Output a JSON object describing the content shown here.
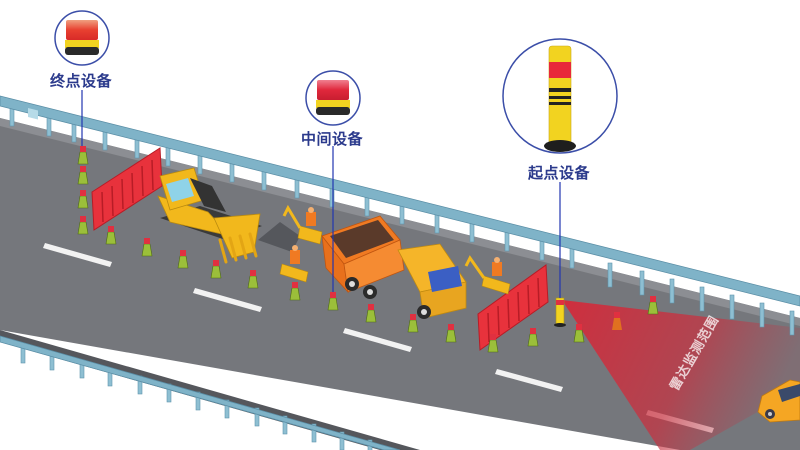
{
  "scene": {
    "description": "Highway work-zone intelligent warning system illustration",
    "colors": {
      "road": "#75777c",
      "road_edge": "#5a5c61",
      "guardrail": "#7fb3c8",
      "guardrail_dark": "#5a8ea6",
      "label_text": "#2b3a8c",
      "circle_border": "#3b4ea8",
      "leader_line": "#2236b0",
      "radar_fill": "#d42a3a",
      "barrier_red": "#e8323c",
      "machine_yellow": "#f2b81c",
      "dump_orange": "#f07a22",
      "car_yellow": "#f5a623",
      "cone_green": "#9bbf3a",
      "lane_mark": "#f2f2f2"
    }
  },
  "devices": [
    {
      "id": "end",
      "label": "终点设备",
      "type": "beacon-light"
    },
    {
      "id": "middle",
      "label": "中间设备",
      "type": "beacon-light"
    },
    {
      "id": "start",
      "label": "起点设备",
      "type": "warning-post"
    }
  ],
  "radar": {
    "label": "雷达监测范围"
  }
}
